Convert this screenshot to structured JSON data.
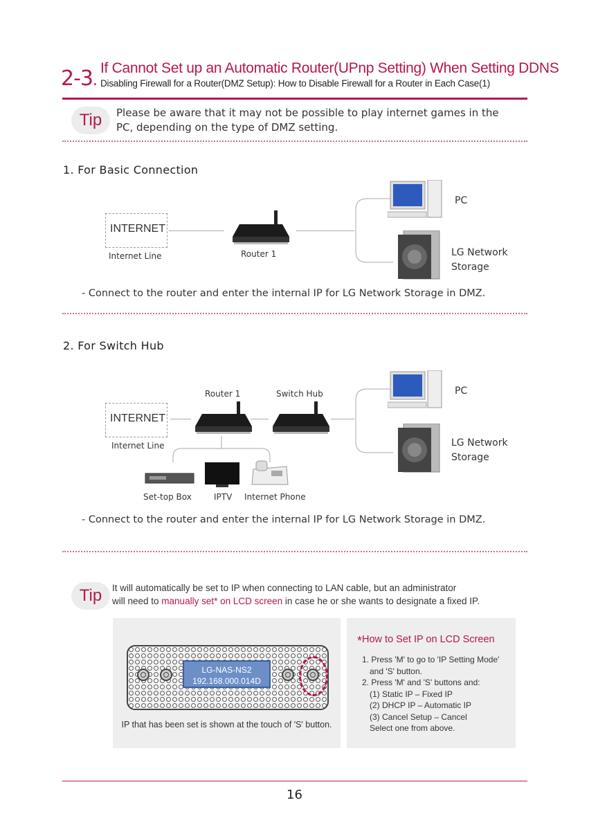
{
  "header": {
    "section_number": "2-3",
    "title": "If Cannot Set up an Automatic Router(UPnp Setting) When Setting DDNS",
    "subtitle": "Disabling Firewall for a Router(DMZ Setup): How to Disable Firewall for a Router in Each Case(1)"
  },
  "tip1": {
    "badge": "Tip",
    "line1": "Please be aware that it may not be possible to play internet games in the",
    "line2": "PC, depending on the type of DMZ setting."
  },
  "basic": {
    "heading": "1. For Basic Connection",
    "internet": "INTERNET",
    "internet_line": "Internet Line",
    "router": "Router 1",
    "pc": "PC",
    "storage_line1": "LG Network",
    "storage_line2": "Storage",
    "note": "- Connect to the router and enter the internal IP for LG Network Storage in DMZ."
  },
  "switch": {
    "heading": "2. For Switch Hub",
    "internet": "INTERNET",
    "internet_line": "Internet Line",
    "router": "Router 1",
    "hub": "Switch Hub",
    "pc": "PC",
    "storage_line1": "LG Network",
    "storage_line2": "Storage",
    "settop": "Set-top Box",
    "iptv": "IPTV",
    "phone": "Internet Phone",
    "note": "- Connect to the router and enter the internal IP for LG Network Storage in DMZ."
  },
  "tip2": {
    "badge": "Tip",
    "line1": "It will automatically be set to IP when connecting to LAN cable, but an administrator",
    "line2_pre": "will need to ",
    "line2_link": "manually set* on LCD screen",
    "line2_post": " in case he or she wants to designate a fixed IP."
  },
  "lcd": {
    "name": "LG-NAS-NS2",
    "ip": "192.168.000.014D",
    "caption": "IP that has been set is shown at the touch of 'S' button."
  },
  "howto": {
    "star": "*",
    "title": "How to Set IP on LCD Screen",
    "step1a": "1. Press 'M' to go to 'IP Setting Mode'",
    "step1b": "and 'S' button.",
    "step2": "2. Press 'M' and 'S' buttons and:",
    "opt1": "(1)  Static IP – Fixed IP",
    "opt2": "(2) DHCP IP – Automatic IP",
    "opt3": "(3) Cancel Setup – Cancel",
    "select": "Select one from above."
  },
  "footer": {
    "page_number": "16"
  },
  "colors": {
    "accent": "#b5174f",
    "panel": "#eeeeee",
    "lcd": "#6c8fc7"
  }
}
